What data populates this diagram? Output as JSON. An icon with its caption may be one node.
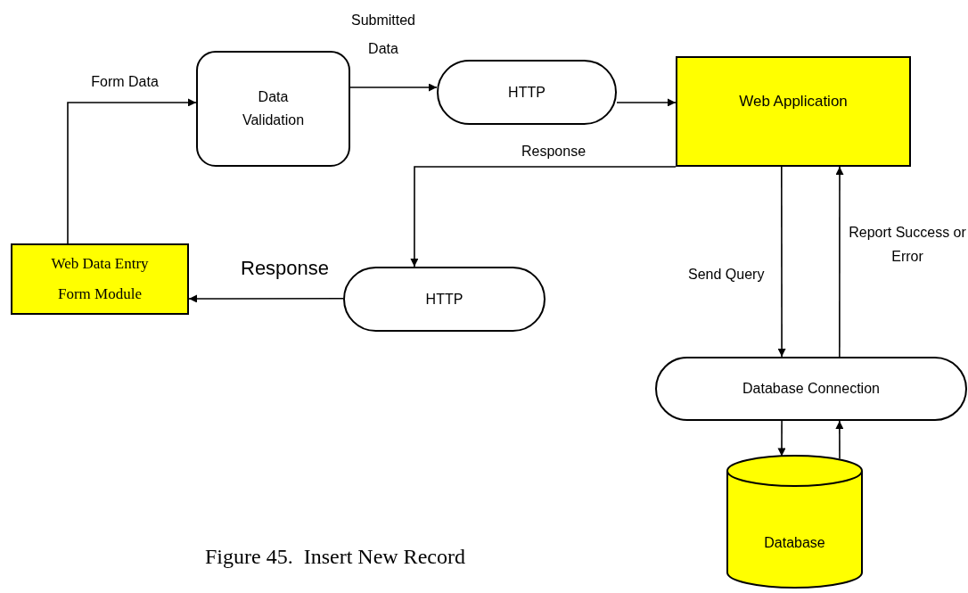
{
  "diagram": {
    "caption": "Figure 45.  Insert New Record",
    "nodes": [
      {
        "text": [
          "Data Validation"
        ]
      },
      {
        "text": [
          "HTTP"
        ]
      },
      {
        "text": [
          "Web Application"
        ]
      },
      {
        "text": [
          "Web Data Entry Form Module"
        ]
      },
      {
        "text": [
          "HTTP"
        ]
      },
      {
        "text": [
          "Database Connection"
        ]
      },
      {
        "text": [
          "Database"
        ]
      }
    ],
    "edges": [
      {
        "from": 3,
        "to": 0,
        "arrow": "to",
        "label": "Form Data"
      },
      {
        "from": 0,
        "to": 1,
        "arrow": "to",
        "label": "Submitted Data"
      },
      {
        "from": 1,
        "to": 2,
        "arrow": "to"
      },
      {
        "from": 2,
        "to": 4,
        "arrow": "to",
        "label": "Response"
      },
      {
        "from": 4,
        "to": 3,
        "arrow": "to",
        "label": "Response"
      },
      {
        "from": 2,
        "to": 5,
        "arrow": "to",
        "label": "Send Query"
      },
      {
        "from": 5,
        "to": 2,
        "arrow": "to",
        "label": "Report Success or Error"
      },
      {
        "from": 5,
        "to": 6,
        "arrow": "to"
      },
      {
        "from": 6,
        "to": 5,
        "arrow": "to"
      }
    ]
  }
}
